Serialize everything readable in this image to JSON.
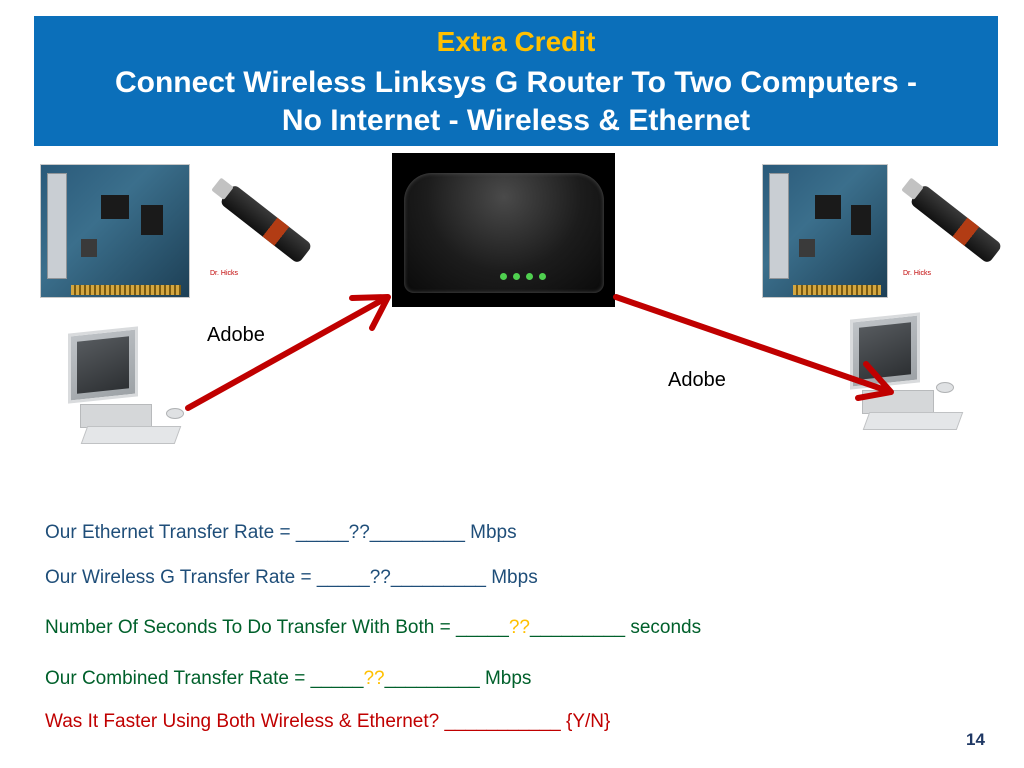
{
  "header": {
    "kicker": "Extra Credit",
    "title_line1": "Connect Wireless Linksys G Router To Two Computers -",
    "title_line2": "No Internet - Wireless & Ethernet"
  },
  "credits": {
    "left": "Dr. Hicks",
    "right": "Dr. Hicks"
  },
  "diagram": {
    "left_label": "Adobe",
    "right_label": "Adobe",
    "arrow_color": "#c00000",
    "icons": {
      "left_nic": "network-card-icon",
      "left_usb": "usb-adapter-icon",
      "router": "router-icon",
      "right_nic": "network-card-icon",
      "right_usb": "usb-adapter-icon",
      "left_pc": "computer-icon",
      "right_pc": "computer-icon"
    }
  },
  "questions": {
    "ethernet": {
      "text": "Our Ethernet Transfer Rate  = _____??_________ Mbps"
    },
    "wireless": {
      "text": "Our Wireless G Transfer Rate  = _____??_________ Mbps"
    },
    "seconds": {
      "pre": "Number Of Seconds To Do Transfer With Both  = _____",
      "mark": "??",
      "post": "_________ seconds"
    },
    "combined": {
      "pre": "Our  Combined Transfer Rate  = _____",
      "mark": "??",
      "post": "_________ Mbps"
    },
    "faster": {
      "text": "Was It Faster Using Both Wireless & Ethernet? ___________ {Y/N}"
    }
  },
  "page_number": "14",
  "colors": {
    "banner": "#0b6fba",
    "kicker": "#ffc000",
    "question_blue": "#1f4e79",
    "question_green": "#00602b",
    "question_red": "#c00000"
  }
}
